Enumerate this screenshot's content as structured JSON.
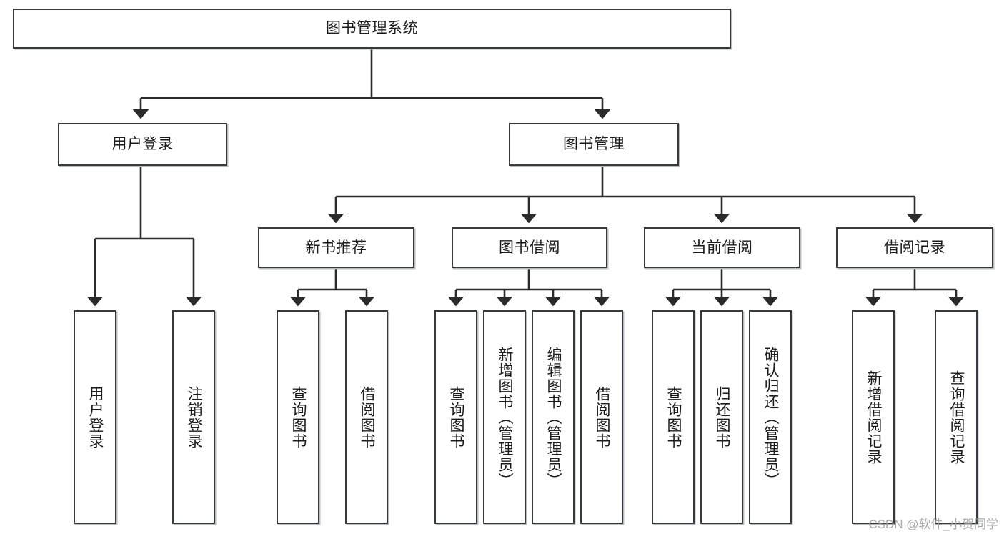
{
  "diagram": {
    "title": "图书管理系统",
    "type": "tree-hierarchy",
    "root": {
      "label": "图书管理系统"
    },
    "level2": [
      {
        "label": "用户登录"
      },
      {
        "label": "图书管理"
      }
    ],
    "level3": [
      {
        "label": "新书推荐"
      },
      {
        "label": "图书借阅"
      },
      {
        "label": "当前借阅"
      },
      {
        "label": "借阅记录"
      }
    ],
    "leaves": {
      "user_login": [
        {
          "label": "用户登录"
        },
        {
          "label": "注销登录"
        }
      ],
      "new_book_recommend": [
        {
          "label": "查询图书"
        },
        {
          "label": "借阅图书"
        }
      ],
      "book_borrow": [
        {
          "label": "查询图书"
        },
        {
          "label": "新增图书（管理员）"
        },
        {
          "label": "编辑图书（管理员）"
        },
        {
          "label": "借阅图书"
        }
      ],
      "current_borrow": [
        {
          "label": "查询图书"
        },
        {
          "label": "归还图书"
        },
        {
          "label": "确认归还（管理员）"
        }
      ],
      "borrow_record": [
        {
          "label": "新增借阅记录"
        },
        {
          "label": "查询借阅记录"
        }
      ]
    }
  },
  "watermark": {
    "text": "CSDN @软件_小贺同学"
  },
  "colors": {
    "border": "#37393b",
    "background": "#ffffff",
    "text": "#1b1b1b",
    "connector": "#2b2b2b",
    "watermark": "#9a9a9a"
  }
}
